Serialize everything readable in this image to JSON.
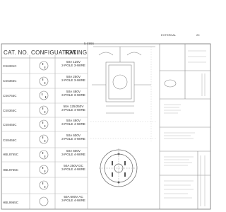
{
  "document": {
    "drawing_number": "5-8866",
    "column_headers": {
      "cat_no": "CAT. NO.",
      "configuration": "CONFIGUATION",
      "rating": "RATING"
    },
    "rows": [
      {
        "cat_no": "CS6331C",
        "rating": [
          "50A 125V",
          "2-POLE 3-WIRE"
        ]
      },
      {
        "cat_no": "CS6365C",
        "rating": [
          "50A 250V",
          "2-POLE 3-WIRE"
        ]
      },
      {
        "cat_no": "CS6765C",
        "rating": [
          "50A 480V",
          "3-POLE 3-WIRE"
        ]
      },
      {
        "cat_no": "CS8365C",
        "rating": [
          "50A 125/250V",
          "3-POLE 4-WIRE"
        ]
      },
      {
        "cat_no": "CS8465C",
        "rating": [
          "50A 480V",
          "3-POLE 4-WIRE"
        ]
      },
      {
        "cat_no": "CS8465C",
        "rating": [
          "50A 600V",
          "3-POLE 4-WIRE"
        ]
      },
      {
        "cat_no": "HBL8765C",
        "rating": [
          "50A 600V",
          "3-POLE 4-WIRE"
        ]
      },
      {
        "cat_no": "HBL9765C",
        "rating": [
          "50A 250V DC",
          "3-POLE 4-WIRE"
        ]
      },
      {
        "cat_no": "HBL9965C",
        "rating": [
          "50A 600V AC",
          "3-POLE 4-WIRE"
        ]
      }
    ],
    "right_panel": {
      "ext_label": "EXTERNAL",
      "ext_number": "20"
    }
  }
}
